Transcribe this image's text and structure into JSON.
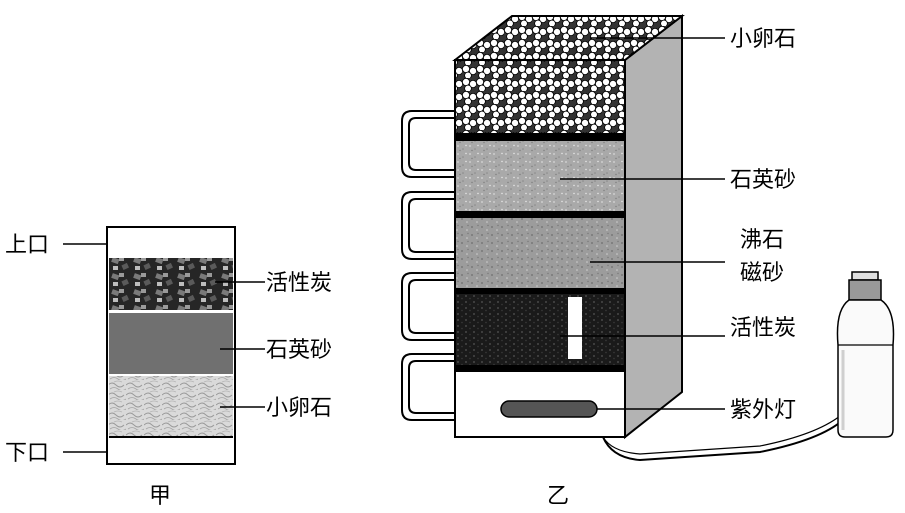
{
  "figure_a": {
    "caption": "甲",
    "labels": {
      "top_opening": "上口",
      "bottom_opening": "下口",
      "activated_carbon": "活性炭",
      "quartz_sand": "石英砂",
      "pebbles": "小卵石"
    }
  },
  "figure_b": {
    "caption": "乙",
    "labels": {
      "pebbles": "小卵石",
      "quartz_sand": "石英砂",
      "zeolite_line1": "沸石",
      "zeolite_line2": "磁砂",
      "activated_carbon": "活性炭",
      "uv_lamp": "紫外灯"
    }
  }
}
